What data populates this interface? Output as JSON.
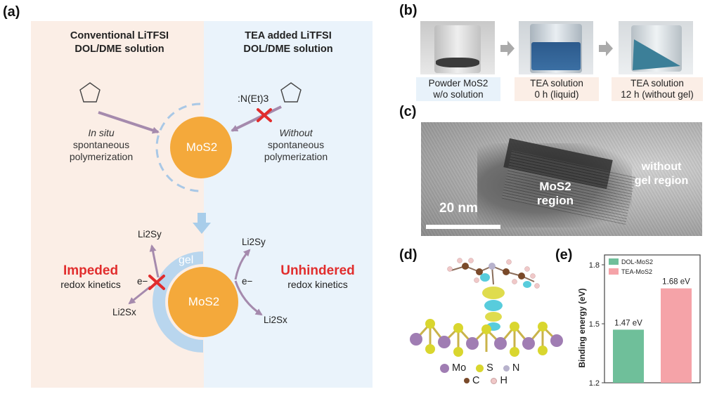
{
  "panels": {
    "a": {
      "letter": "(a)",
      "left_title": [
        "Conventional LiTFSI",
        "DOL/DME solution"
      ],
      "right_title": [
        "TEA added LiTFSI",
        "DOL/DME solution"
      ],
      "left_caption": {
        "italic": "In situ",
        "lines": [
          "spontaneous",
          "polymerization"
        ]
      },
      "right_caption": {
        "italic": "Without",
        "lines": [
          "spontaneous",
          "polymerization"
        ]
      },
      "particle_label": "MoS2",
      "n_label": ":N(Et)3",
      "gel_label": "gel",
      "electron": "e−",
      "li2sy": "Li2Sy",
      "li2sx": "Li2Sx",
      "impeded": "Impeded",
      "unhindered": "Unhindered",
      "redox": "redox kinetics",
      "colors": {
        "left_bg": "#fbeee6",
        "right_bg": "#eaf3fb",
        "particle": "#f4a93b",
        "gel": "#b9d6ee",
        "arrow": "#a58aad",
        "cross": "#e12d2d"
      }
    },
    "b": {
      "letter": "(b)",
      "photos": [
        {
          "line1": "Powder MoS2",
          "line2": "w/o solution"
        },
        {
          "line1": "TEA solution",
          "line2": "0 h (liquid)"
        },
        {
          "line1": "TEA solution",
          "line2": "12 h (without gel)"
        }
      ]
    },
    "c": {
      "letter": "(c)",
      "scale_label": "20 nm",
      "region1": [
        "MoS2",
        "region"
      ],
      "region2": [
        "without",
        "gel region"
      ]
    },
    "d": {
      "letter": "(d)",
      "legend": [
        {
          "label": "Mo",
          "color": "#a07db3"
        },
        {
          "label": "S",
          "color": "#d9d62e"
        },
        {
          "label": "N",
          "color": "#b7b2cc"
        },
        {
          "label": "C",
          "color": "#7a4a2a"
        },
        {
          "label": "H",
          "color": "#f0c8c8"
        }
      ]
    },
    "e": {
      "letter": "(e)",
      "chart_data": {
        "type": "bar",
        "categories": [
          "DOL-MoS2",
          "TEA-MoS2"
        ],
        "values": [
          1.47,
          1.68
        ],
        "value_labels": [
          "1.47 eV",
          "1.68 eV"
        ],
        "ylabel": "Binding energy (eV)",
        "ylim": [
          1.2,
          1.85
        ],
        "yticks": [
          1.2,
          1.5,
          1.8
        ],
        "colors": [
          "#6fbf9a",
          "#f5a3a8"
        ],
        "legend_position": "top-left"
      }
    }
  }
}
